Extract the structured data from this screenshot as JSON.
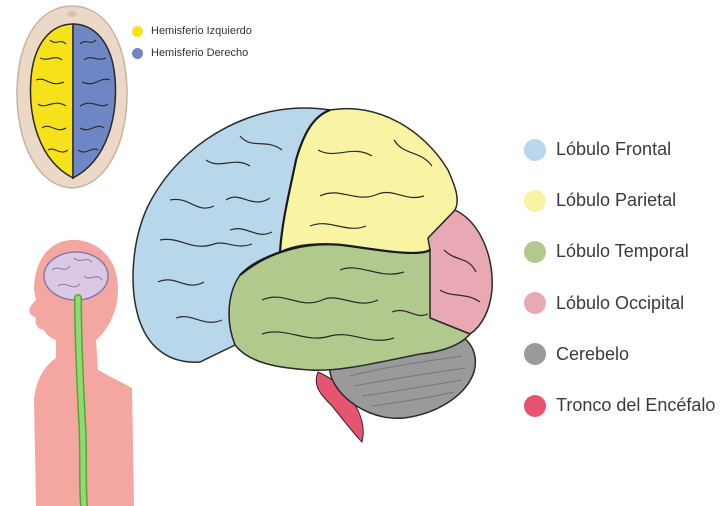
{
  "hemispheres_legend": [
    {
      "label": "Hemisferio Izquierdo",
      "color": "#f5e21a"
    },
    {
      "label": "Hemisferio Derecho",
      "color": "#6f86c4"
    }
  ],
  "lobes_legend": [
    {
      "label": "Lóbulo Frontal",
      "color": "#b9d7ea"
    },
    {
      "label": "Lóbulo Parietal",
      "color": "#f9f4a4"
    },
    {
      "label": "Lóbulo Temporal",
      "color": "#b2c98e"
    },
    {
      "label": "Lóbulo Occipital",
      "color": "#e9a9b4"
    },
    {
      "label": "Cerebelo",
      "color": "#9a9a9a"
    },
    {
      "label": "Tronco del Encéfalo",
      "color": "#e65470"
    }
  ],
  "colors": {
    "head_skin": "#ecd8c7",
    "body_skin": "#f4a7a1",
    "brain_small": "#d9c9e4",
    "spinal_cord": "#8edb70",
    "outline": "#2a2a2a"
  },
  "icons": [
    "head-top-view-icon",
    "human-profile-icon",
    "brain-lateral-view-icon"
  ]
}
